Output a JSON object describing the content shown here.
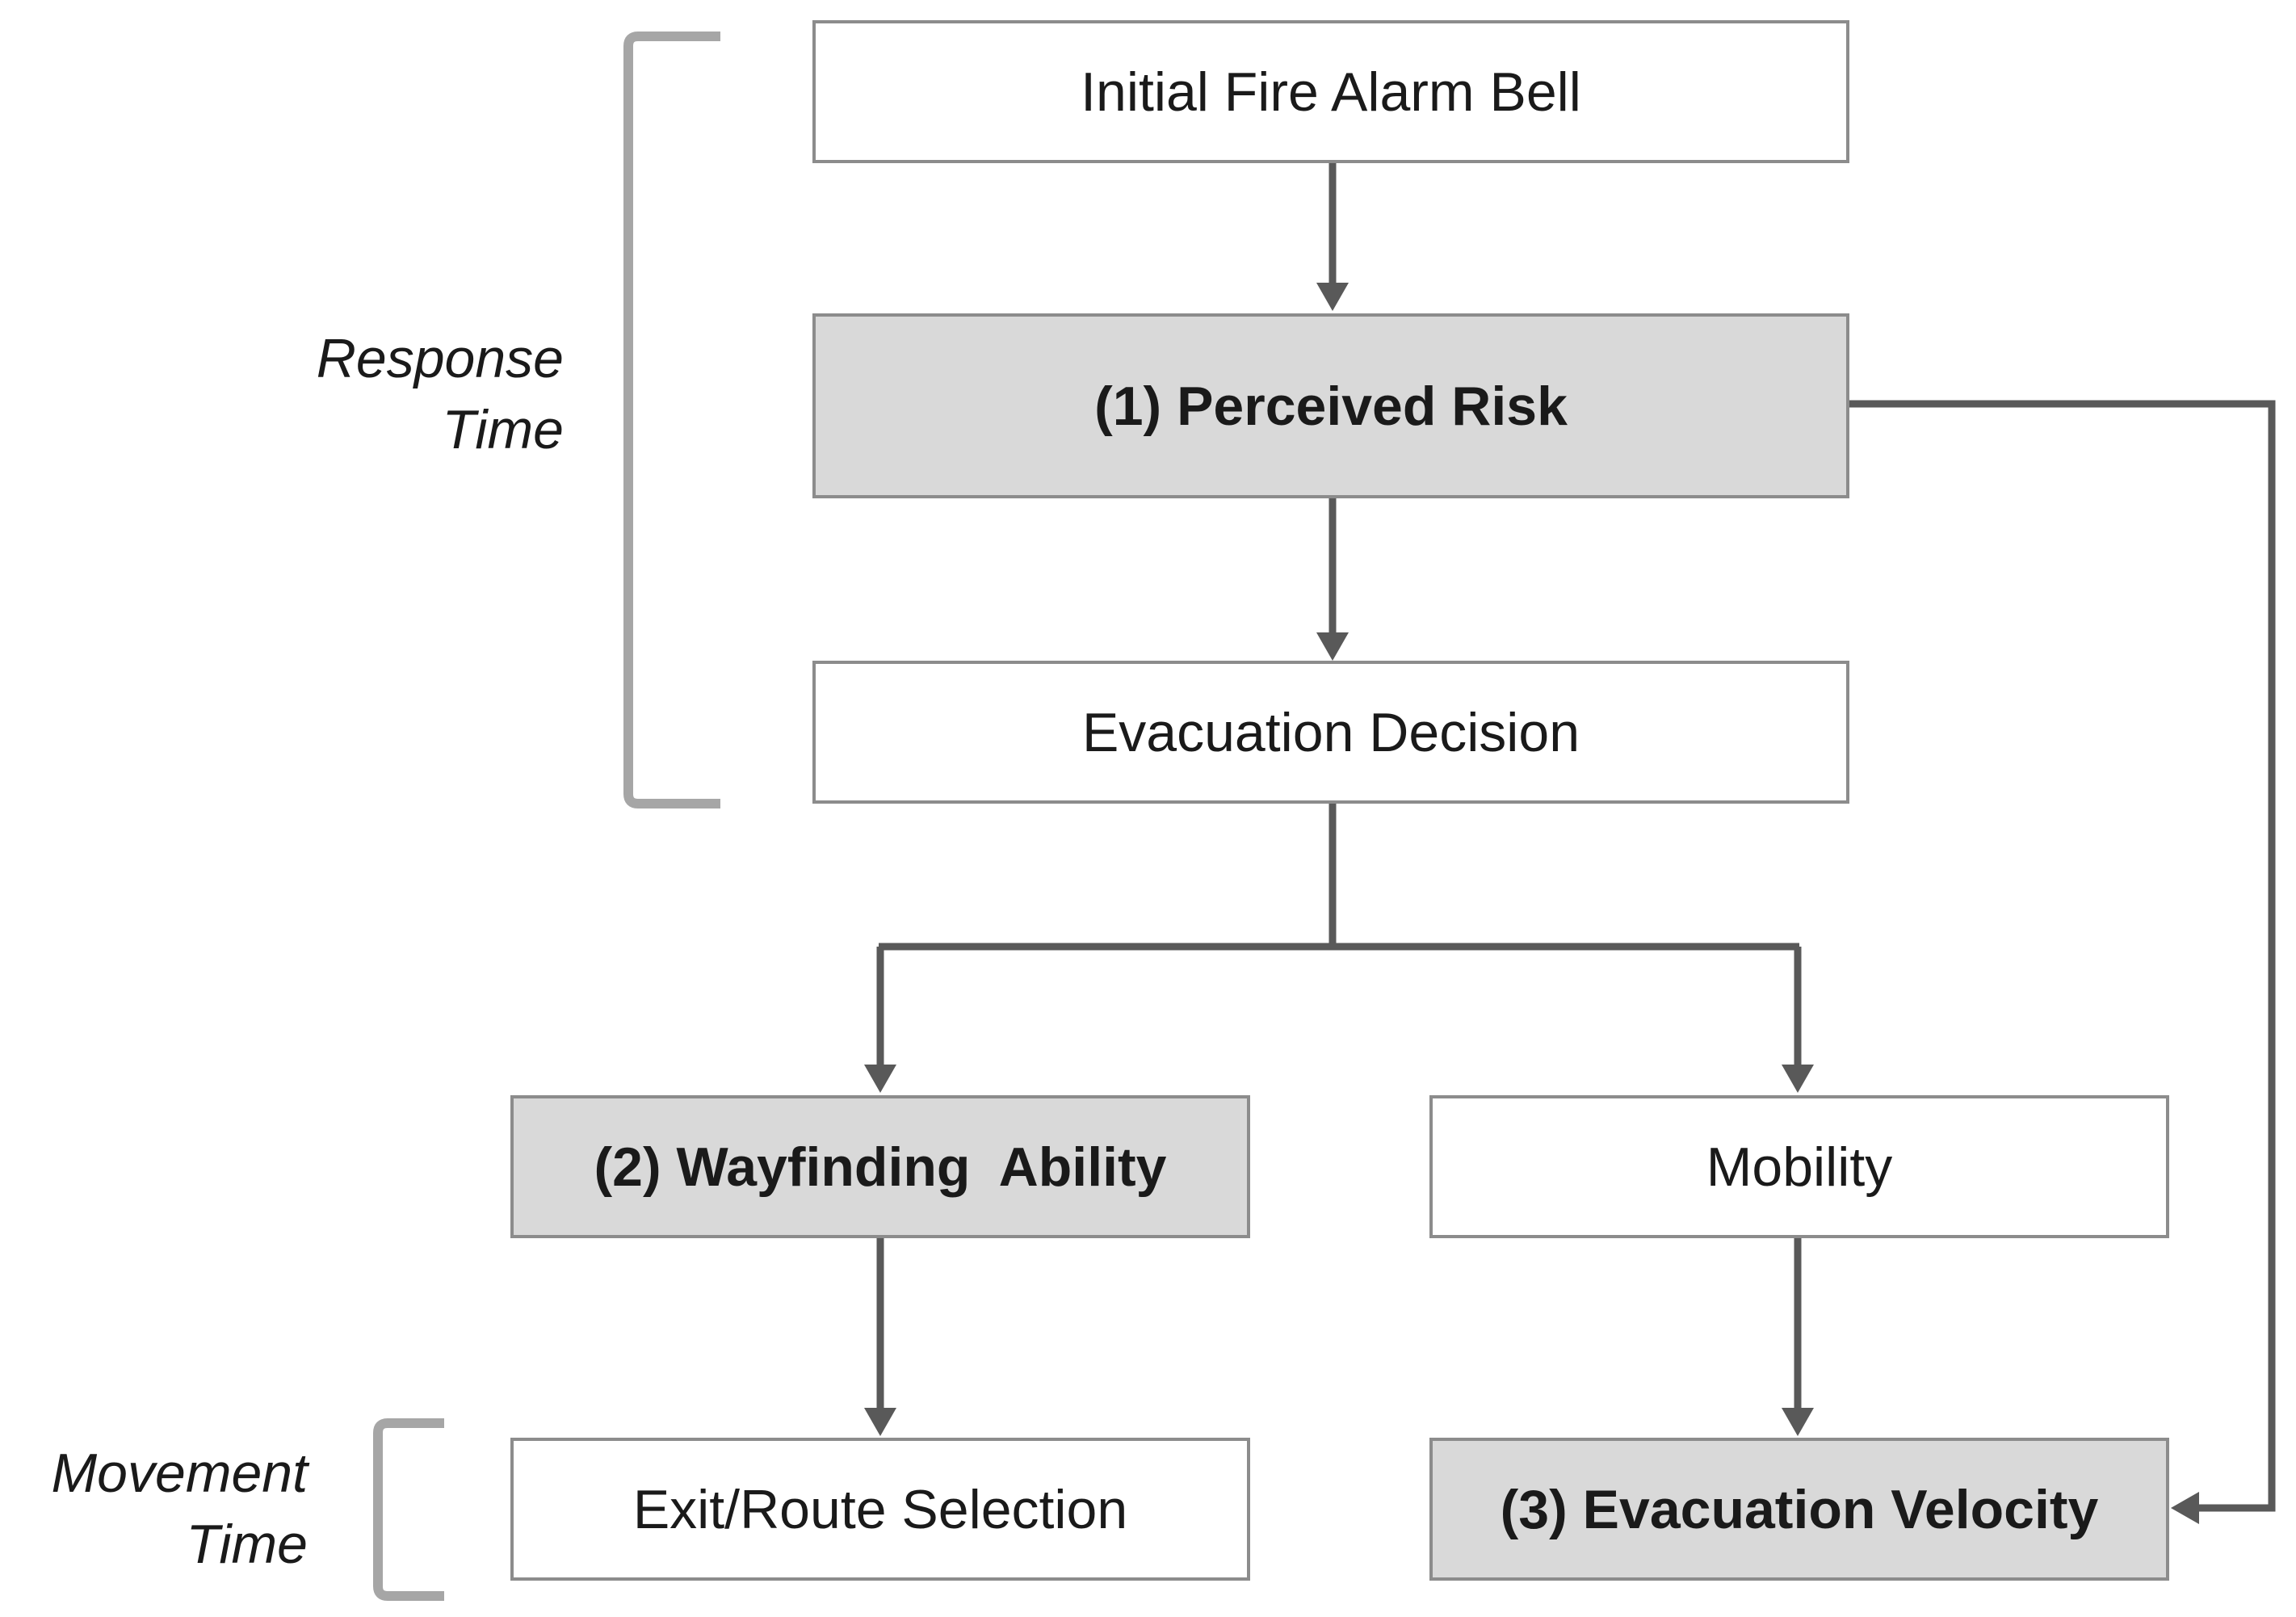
{
  "colors": {
    "box_border": "#8c8c8c",
    "box_fill_plain": "#ffffff",
    "box_fill_highlight": "#d9d9d9",
    "arrow": "#595959",
    "bracket": "#a6a6a6",
    "text": "#1a1a1a"
  },
  "nodes": {
    "initial_alarm": "Initial Fire Alarm Bell",
    "perceived_risk": "(1) Perceived Risk",
    "evacuation_decision": "Evacuation Decision",
    "wayfinding_ability": "(2) Wayfinding  Ability",
    "mobility": "Mobility",
    "exit_route_selection": "Exit/Route Selection",
    "evacuation_velocity": "(3) Evacuation Velocity"
  },
  "phases": {
    "response_time": {
      "line1": "Response",
      "line2": "Time"
    },
    "movement_time": {
      "line1": "Movement",
      "line2": "Time"
    }
  },
  "edges": [
    {
      "from": "initial_alarm",
      "to": "perceived_risk"
    },
    {
      "from": "perceived_risk",
      "to": "evacuation_decision"
    },
    {
      "from": "evacuation_decision",
      "to": "wayfinding_ability"
    },
    {
      "from": "evacuation_decision",
      "to": "mobility"
    },
    {
      "from": "wayfinding_ability",
      "to": "exit_route_selection"
    },
    {
      "from": "mobility",
      "to": "evacuation_velocity"
    },
    {
      "from": "perceived_risk",
      "to": "evacuation_velocity"
    }
  ]
}
